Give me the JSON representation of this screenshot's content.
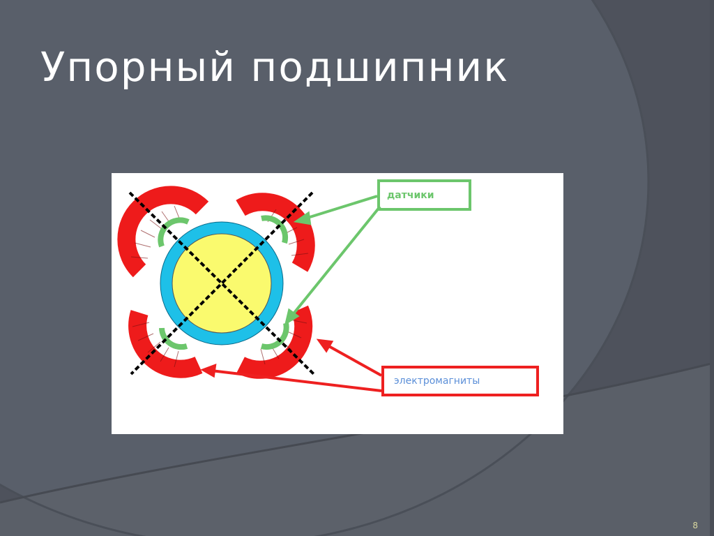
{
  "slide": {
    "title": "Упорный подшипник",
    "page_number": "8"
  },
  "figure": {
    "labels": {
      "sensors": "датчики",
      "electromagnets": "электромагниты"
    },
    "colors": {
      "electromagnet": "#ee1b1b",
      "sensor": "#6cc66c",
      "rotor_ring": "#1ec0e8",
      "rotor_core": "#fafa6e",
      "axis_dashes": "#000000",
      "magnet_arrow": "#ee2020",
      "sensor_arrow": "#6cc66c",
      "magnet_label_text": "#5b8fd8"
    }
  },
  "theme": {
    "background": "#4e535d",
    "title_color": "#ffffff",
    "page_number_color": "#d8d7a0"
  }
}
